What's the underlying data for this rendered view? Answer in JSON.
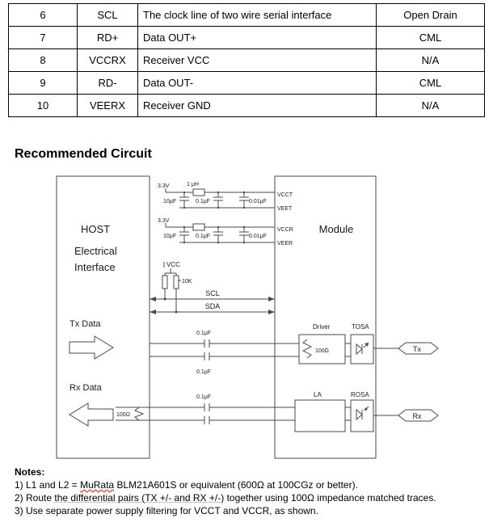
{
  "pin_table": {
    "rows": [
      [
        "6",
        "SCL",
        "The clock line of two wire serial interface",
        "Open Drain"
      ],
      [
        "7",
        "RD+",
        "Data OUT+",
        "CML"
      ],
      [
        "8",
        "VCCRX",
        "Receiver VCC",
        "N/A"
      ],
      [
        "9",
        "RD-",
        "Data OUT-",
        "CML"
      ],
      [
        "10",
        "VEERX",
        "Receiver GND",
        "N/A"
      ]
    ]
  },
  "section": {
    "title": "Recommended Circuit"
  },
  "diagram": {
    "host": "HOST",
    "host_sub1": "Electrical",
    "host_sub2": "Interface",
    "module": "Module",
    "supply": "3.3V",
    "l1": "1 μH",
    "c10": "10μF",
    "c01": "0.1μF",
    "c001": "0.01μF",
    "vcct": "VCCT",
    "veet": "VEET",
    "vccr": "VCCR",
    "veer": "VEER",
    "vcc": "VCC",
    "r10k": "10K",
    "scl": "SCL",
    "sda": "SDA",
    "tx_data": "Tx Data",
    "rx_data": "Rx Data",
    "driver": "Driver",
    "tosa": "TOSA",
    "la": "LA",
    "rosa": "ROSA",
    "r100_driver": "100Ω",
    "r100_rx": "100Ω",
    "tx": "Tx",
    "rx": "Rx"
  },
  "notes": {
    "title": "Notes:",
    "note1": {
      "a": "1) L1 and L2 = ",
      "b": "MuRata",
      "c": " BLM21A601S or equivalent (600Ω at 100CGz or better)."
    },
    "note2": {
      "a": "2) Route ",
      "b": "the differential pairs (TX +/- and RX +/-)",
      "c": " together using 100Ω impedance matched traces."
    },
    "note3": "3) Use separate power supply filtering for VCCT and VCCR, as shown."
  }
}
